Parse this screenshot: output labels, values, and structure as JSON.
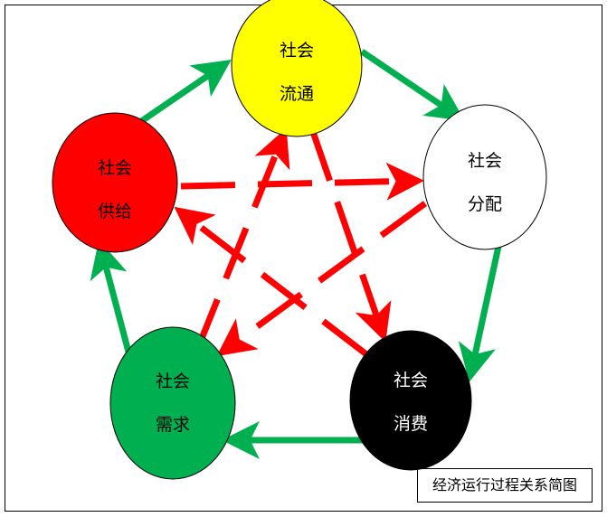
{
  "caption": "经济运行过程关系简图",
  "nodes": [
    {
      "id": "circulation",
      "line1": "社会",
      "line2": "流通",
      "fill": "#ffff00",
      "text": "#000000"
    },
    {
      "id": "distribution",
      "line1": "社会",
      "line2": "分配",
      "fill": "#ffffff",
      "text": "#000000"
    },
    {
      "id": "consumption",
      "line1": "社会",
      "line2": "消费",
      "fill": "#000000",
      "text": "#ffffff"
    },
    {
      "id": "demand",
      "line1": "社会",
      "line2": "需求",
      "fill": "#00b050",
      "text": "#000000"
    },
    {
      "id": "supply",
      "line1": "社会",
      "line2": "供给",
      "fill": "#ff0000",
      "text": "#000000"
    }
  ],
  "outer_cycle": {
    "color": "#00b050",
    "edges": [
      [
        "supply",
        "circulation"
      ],
      [
        "circulation",
        "distribution"
      ],
      [
        "distribution",
        "consumption"
      ],
      [
        "consumption",
        "demand"
      ],
      [
        "demand",
        "supply"
      ]
    ]
  },
  "inner_star": {
    "color": "#ff0000",
    "edges": [
      [
        "supply",
        "distribution"
      ],
      [
        "distribution",
        "demand"
      ],
      [
        "demand",
        "circulation"
      ],
      [
        "circulation",
        "consumption"
      ],
      [
        "consumption",
        "supply"
      ]
    ]
  }
}
